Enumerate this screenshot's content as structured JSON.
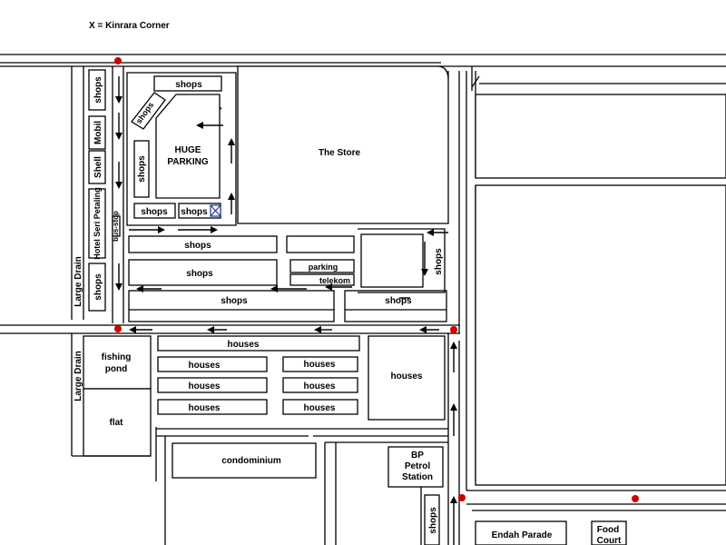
{
  "legend": "X = Kinrara Corner",
  "colors": {
    "marker": "#cc0000",
    "line": "#000000",
    "corner_box": "#1a3a9a"
  },
  "labels": {
    "shops_top": "shops",
    "shops_diag": "shops",
    "huge_parking_1": "HUGE",
    "huge_parking_2": "PARKING",
    "shops_vert": "shops",
    "shops_bottom_left": "shops",
    "shops_kinrara": "shops",
    "the_store": "The Store",
    "shops_row1": "shops",
    "shops_row2": "shops",
    "parking": "parking",
    "telekom": "telekom",
    "shops_row3": "shops",
    "shops_row3_right": "shops",
    "shops_right_vert": "shops",
    "shops_west_1": "shops",
    "mobil": "Mobil",
    "shell": "Shell",
    "hotel": "Hotel Seri Petaling",
    "shops_west_2": "shops",
    "bus_stop": "bus-stop",
    "large_drain_1": "Large Drain",
    "large_drain_2": "Large Drain",
    "fishing_pond_1": "fishing",
    "fishing_pond_2": "pond",
    "flat": "flat",
    "houses_row1": "houses",
    "houses_a1": "houses",
    "houses_a2": "houses",
    "houses_a3": "houses",
    "houses_b1": "houses",
    "houses_b2": "houses",
    "houses_b3": "houses",
    "houses_big": "houses",
    "condominium": "condominium",
    "bp_1": "BP",
    "bp_2": "Petrol",
    "bp_3": "Station",
    "shops_south": "shops",
    "endah_parade": "Endah Parade",
    "food_court_1": "Food",
    "food_court_2": "Court"
  }
}
